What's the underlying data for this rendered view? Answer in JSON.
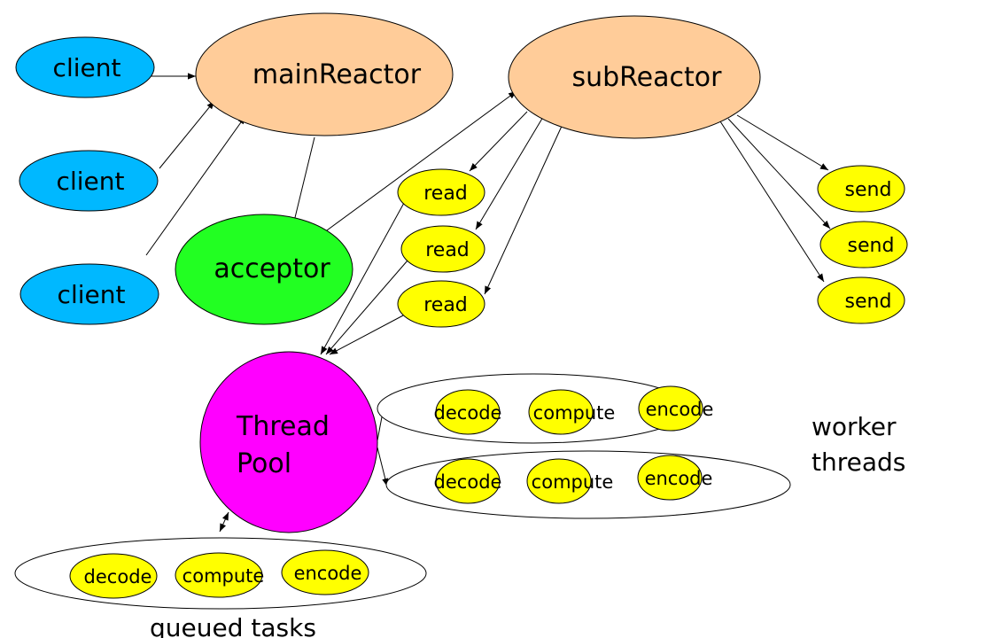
{
  "diagram": {
    "colors": {
      "client": "#00b8ff",
      "reactor": "#ffcc99",
      "acceptor": "#22ff22",
      "io": "#ffff00",
      "threadpool": "#ff00ff",
      "group": "#ffffff"
    },
    "nodes": {
      "client1": "client",
      "client2": "client",
      "client3": "client",
      "mainReactor": "mainReactor",
      "subReactor": "subReactor",
      "acceptor": "acceptor",
      "read1": "read",
      "read2": "read",
      "read3": "read",
      "send1": "send",
      "send2": "send",
      "send3": "send",
      "threadPool_line1": "Thread",
      "threadPool_line2": "Pool"
    },
    "worker_threads": [
      {
        "tasks": [
          "decode",
          "compute",
          "encode"
        ]
      },
      {
        "tasks": [
          "decode",
          "compute",
          "encode"
        ]
      }
    ],
    "queued_tasks": {
      "tasks": [
        "decode",
        "compute",
        "encode"
      ]
    },
    "labels": {
      "worker_threads_line1": "worker",
      "worker_threads_line2": "threads",
      "queued_tasks": "queued tasks"
    },
    "edges": [
      {
        "from": "client1",
        "to": "mainReactor"
      },
      {
        "from": "client2",
        "to": "mainReactor"
      },
      {
        "from": "client3",
        "to": "mainReactor"
      },
      {
        "from": "mainReactor",
        "to": "acceptor"
      },
      {
        "from": "acceptor",
        "to": "subReactor"
      },
      {
        "from": "subReactor",
        "to": "read1"
      },
      {
        "from": "subReactor",
        "to": "read2"
      },
      {
        "from": "subReactor",
        "to": "read3"
      },
      {
        "from": "subReactor",
        "to": "send1"
      },
      {
        "from": "subReactor",
        "to": "send2"
      },
      {
        "from": "subReactor",
        "to": "send3"
      },
      {
        "from": "read1",
        "to": "threadPool"
      },
      {
        "from": "read2",
        "to": "threadPool"
      },
      {
        "from": "read3",
        "to": "threadPool"
      },
      {
        "from": "worker_thread_1",
        "to": "threadPool"
      },
      {
        "from": "threadPool",
        "to": "worker_thread_2"
      },
      {
        "from": "threadPool",
        "to": "queued_tasks",
        "bidirectional": true
      }
    ]
  }
}
